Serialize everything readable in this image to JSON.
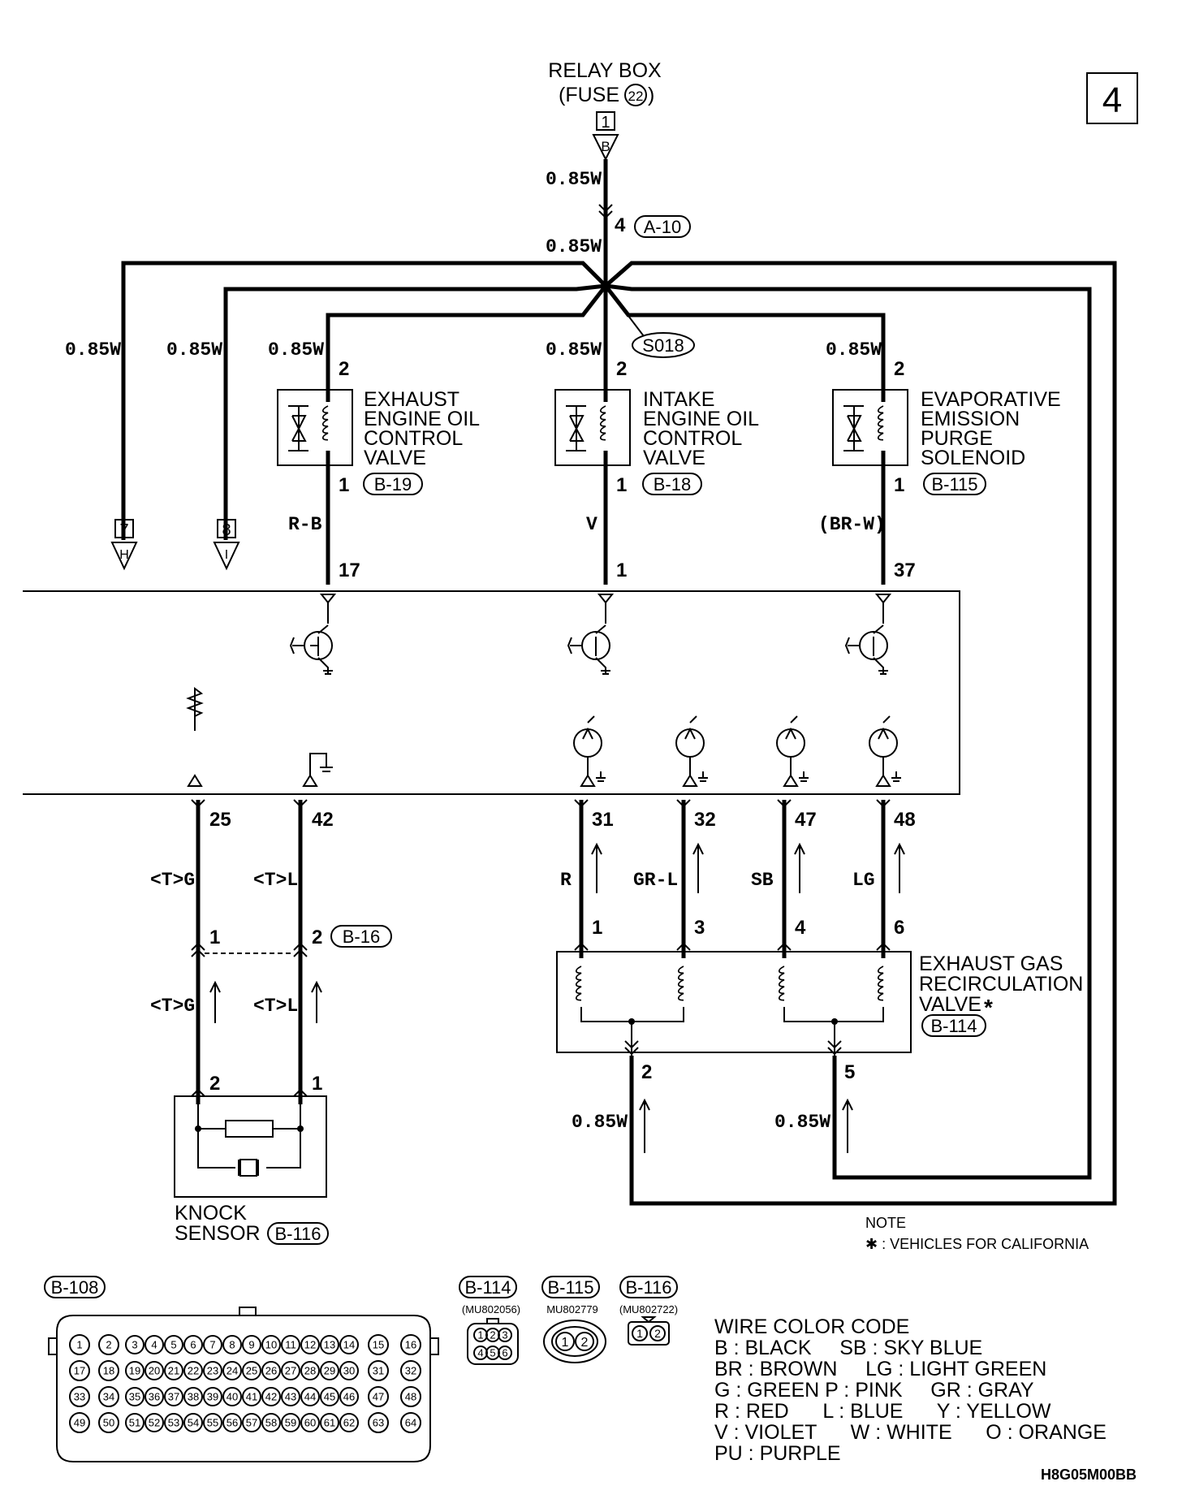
{
  "page_number": "4",
  "relay_box": {
    "title": "RELAY BOX",
    "fuse_label": "(FUSE",
    "fuse_number": "22",
    "fuse_close": ")",
    "terminal": "1",
    "connector_letter": "B"
  },
  "wire_gauges": {
    "main": "0.85W"
  },
  "junction": {
    "pin": "4",
    "connector": "A-10",
    "splice": "S018"
  },
  "components": [
    {
      "id": "exhaust-oil-valve",
      "lines": [
        "EXHAUST",
        "ENGINE OIL",
        "CONTROL",
        "VALVE"
      ],
      "connector": "B-19",
      "pin_top": "2",
      "pin_bottom": "1",
      "wire_color": "R-B",
      "ecu_pin": "17"
    },
    {
      "id": "intake-oil-valve",
      "lines": [
        "INTAKE",
        "ENGINE OIL",
        "CONTROL",
        "VALVE"
      ],
      "connector": "B-18",
      "pin_top": "2",
      "pin_bottom": "1",
      "wire_color": "V",
      "ecu_pin": "1"
    },
    {
      "id": "evap-purge-solenoid",
      "lines": [
        "EVAPORATIVE",
        "EMISSION",
        "PURGE",
        "SOLENOID"
      ],
      "connector": "B-115",
      "pin_top": "2",
      "pin_bottom": "1",
      "wire_color": "(BR-W)",
      "ecu_pin": "37"
    }
  ],
  "offpage": [
    {
      "number": "7",
      "letter": "H"
    },
    {
      "number": "8",
      "letter": "I"
    }
  ],
  "knock": {
    "ecu_pins": [
      "25",
      "42"
    ],
    "wire_labels": [
      "<T>G",
      "<T>L"
    ],
    "connector_pins": [
      "1",
      "2"
    ],
    "connector": "B-16",
    "sensor_pins": [
      "2",
      "1"
    ],
    "lines": [
      "KNOCK",
      "SENSOR"
    ],
    "sensor_connector": "B-116"
  },
  "egr": {
    "ecu_pins": [
      "31",
      "32",
      "47",
      "48"
    ],
    "wire_colors": [
      "R",
      "GR-L",
      "SB",
      "LG"
    ],
    "valve_pins": [
      "1",
      "3",
      "4",
      "6"
    ],
    "lines": [
      "EXHAUST GAS",
      "RECIRCULATION",
      "VALVE"
    ],
    "asterisk": "*",
    "connector": "B-114",
    "supply_pins": [
      "2",
      "5"
    ]
  },
  "note": {
    "title": "NOTE",
    "text": "✱ : VEHICLES FOR CALIFORNIA"
  },
  "connectors": {
    "b108": {
      "label": "B-108",
      "rows": [
        [
          "1",
          "2",
          "3",
          "4",
          "5",
          "6",
          "7",
          "8",
          "9",
          "10",
          "11",
          "12",
          "13",
          "14",
          "15",
          "16"
        ],
        [
          "17",
          "18",
          "19",
          "20",
          "21",
          "22",
          "23",
          "24",
          "25",
          "26",
          "27",
          "28",
          "29",
          "30",
          "31",
          "32"
        ],
        [
          "33",
          "34",
          "35",
          "36",
          "37",
          "38",
          "39",
          "40",
          "41",
          "42",
          "43",
          "44",
          "45",
          "46",
          "47",
          "48"
        ],
        [
          "49",
          "50",
          "51",
          "52",
          "53",
          "54",
          "55",
          "56",
          "57",
          "58",
          "59",
          "60",
          "61",
          "62",
          "63",
          "64"
        ]
      ]
    },
    "b114": {
      "label": "B-114",
      "part": "(MU802056)",
      "pins": [
        "1",
        "2",
        "3",
        "4",
        "5",
        "6"
      ]
    },
    "b115": {
      "label": "B-115",
      "part": "MU802779",
      "pins": [
        "1",
        "2"
      ]
    },
    "b116": {
      "label": "B-116",
      "part": "(MU802722)",
      "pins": [
        "1",
        "2"
      ]
    }
  },
  "color_code": {
    "title": "WIRE COLOR CODE",
    "rows": [
      "B : BLACK     SB : SKY BLUE",
      "BR : BROWN     LG : LIGHT GREEN",
      "G : GREEN P : PINK     GR : GRAY",
      "R : RED      L : BLUE      Y : YELLOW",
      "V : VIOLET      W : WHITE      O : ORANGE",
      "PU : PURPLE"
    ]
  },
  "diagram_code": "H8G05M00BB"
}
